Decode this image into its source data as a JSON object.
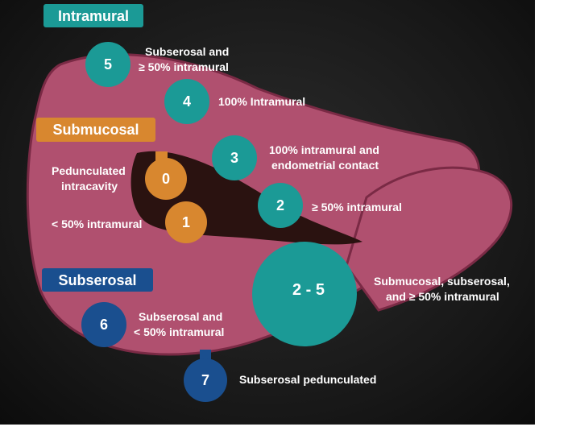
{
  "colors": {
    "background": "#1b1b1b",
    "uterus": "#b0506f",
    "uterus_outline": "#7a2a45",
    "cavity": "#2a1210",
    "intramural": "#1b9a96",
    "submucosal": "#d8872f",
    "subserosal": "#1a4f8f"
  },
  "categories": {
    "intramural": "Intramural",
    "submucosal": "Submucosal",
    "subserosal": "Subserosal"
  },
  "items": {
    "t0": {
      "num": "0",
      "line1": "Pedunculated",
      "line2": "intracavity"
    },
    "t1": {
      "num": "1",
      "line1": "< 50% intramural"
    },
    "t2": {
      "num": "2",
      "line1": "≥ 50% intramural"
    },
    "t3": {
      "num": "3",
      "line1": "100% intramural and",
      "line2": "endometrial contact"
    },
    "t4": {
      "num": "4",
      "line1": "100% Intramural"
    },
    "t5": {
      "num": "5",
      "line1": "Subserosal and",
      "line2": "≥ 50% intramural"
    },
    "t25": {
      "num": "2 - 5",
      "line1": "Submucosal, subserosal,",
      "line2": "and ≥ 50% intramural"
    },
    "t6": {
      "num": "6",
      "line1": "Subserosal and",
      "line2": "< 50% intramural"
    },
    "t7": {
      "num": "7",
      "line1": "Subserosal pedunculated"
    }
  }
}
